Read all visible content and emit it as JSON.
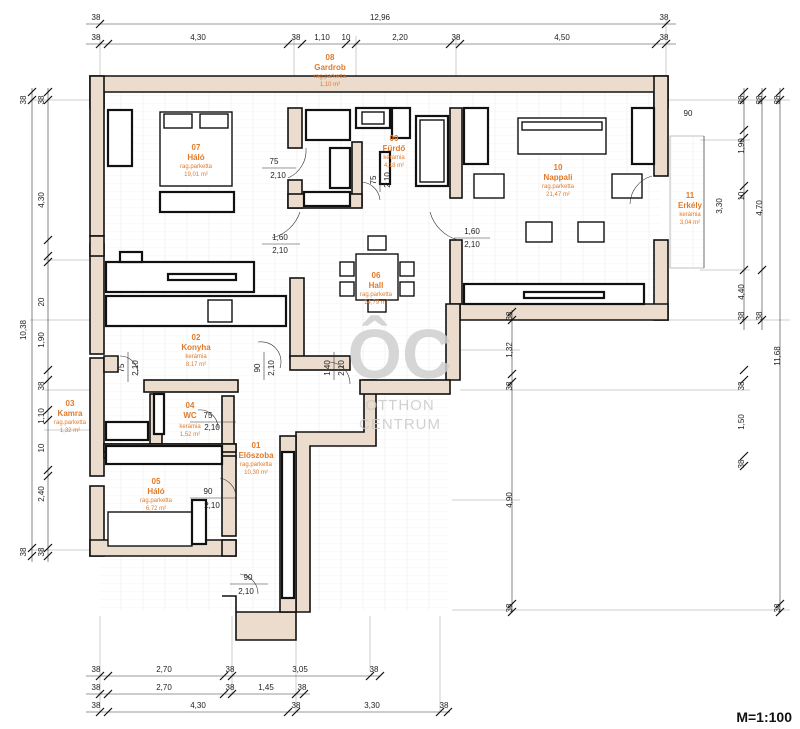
{
  "plan": {
    "scale_label": "M=1:100",
    "logo_mark": "ÔC",
    "logo_line1": "OTTHON",
    "logo_line2": "CENTRUM"
  },
  "rooms": [
    {
      "id": "room-01",
      "num": "01",
      "name": "Előszoba",
      "floor": "rag.parketta",
      "area": "10,30 m²"
    },
    {
      "id": "room-02",
      "num": "02",
      "name": "Konyha",
      "floor": "kerámia",
      "area": "8,17 m²"
    },
    {
      "id": "room-03",
      "num": "03",
      "name": "Kamra",
      "floor": "rag.parketta",
      "area": "1,32 m²"
    },
    {
      "id": "room-04",
      "num": "04",
      "name": "WC",
      "floor": "kerámia",
      "area": "1,52 m²"
    },
    {
      "id": "room-05",
      "num": "05",
      "name": "Háló",
      "floor": "rag.parketta",
      "area": "6,72 m²"
    },
    {
      "id": "room-06",
      "num": "06",
      "name": "Hall",
      "floor": "rag.parketta",
      "area": "14,79 m²"
    },
    {
      "id": "room-07",
      "num": "07",
      "name": "Háló",
      "floor": "rag.parketta",
      "area": "19,01 m²"
    },
    {
      "id": "room-08",
      "num": "08",
      "name": "Gardrob",
      "floor": "rag.parketta",
      "area": "1,10 m²"
    },
    {
      "id": "room-09",
      "num": "09",
      "name": "Fürdő",
      "floor": "kerámia",
      "area": "4,18 m²"
    },
    {
      "id": "room-10",
      "num": "10",
      "name": "Nappali",
      "floor": "rag.parketta",
      "area": "21,47 m²"
    },
    {
      "id": "room-11",
      "num": "11",
      "name": "Erkély",
      "floor": "kerámia",
      "area": "3,04 m²"
    }
  ],
  "doors": [
    {
      "w": "75",
      "h": "2,10"
    },
    {
      "w": "1,60",
      "h": "2,10"
    },
    {
      "w": "1,60",
      "h": "2,10"
    },
    {
      "w": "75",
      "h": "2,10"
    },
    {
      "w": "90",
      "h": "2,10"
    },
    {
      "w": "1,40",
      "h": "2,10"
    },
    {
      "w": "75",
      "h": "2,10"
    },
    {
      "w": "75",
      "h": "2,10"
    },
    {
      "w": "90",
      "h": "2,10"
    },
    {
      "w": "90",
      "h": "2,10"
    }
  ],
  "dims_top": {
    "row1": [
      "38",
      "12,96",
      "38"
    ],
    "row2": [
      "38",
      "4,30",
      "38",
      "1,10",
      "10",
      "2,20",
      "38",
      "4,50",
      "38"
    ]
  },
  "dims_bottom": {
    "row1": [
      "38",
      "2,70",
      "38",
      "3,05",
      "38"
    ],
    "row2": [
      "38",
      "2,70",
      "38",
      "1,45",
      "38"
    ],
    "row3": [
      "38",
      "4,30",
      "38",
      "3,30",
      "38"
    ]
  },
  "dims_left": {
    "inner": [
      "38",
      "4,30",
      "20",
      "1,90",
      "38",
      "1,10",
      "10",
      "2,40",
      "38"
    ],
    "outer": [
      "38",
      "10,38",
      "38"
    ]
  },
  "dims_right": {
    "a": [
      "90"
    ],
    "b": [
      "38",
      "1,90",
      "10",
      "3,30",
      "38",
      "1,50",
      "38",
      "38"
    ],
    "c": [
      "38",
      "4,70",
      "4,40",
      "38"
    ],
    "d": [
      "38",
      "11,68",
      "38"
    ],
    "e": [
      "38",
      "1,32",
      "38",
      "4,90",
      "38"
    ]
  }
}
